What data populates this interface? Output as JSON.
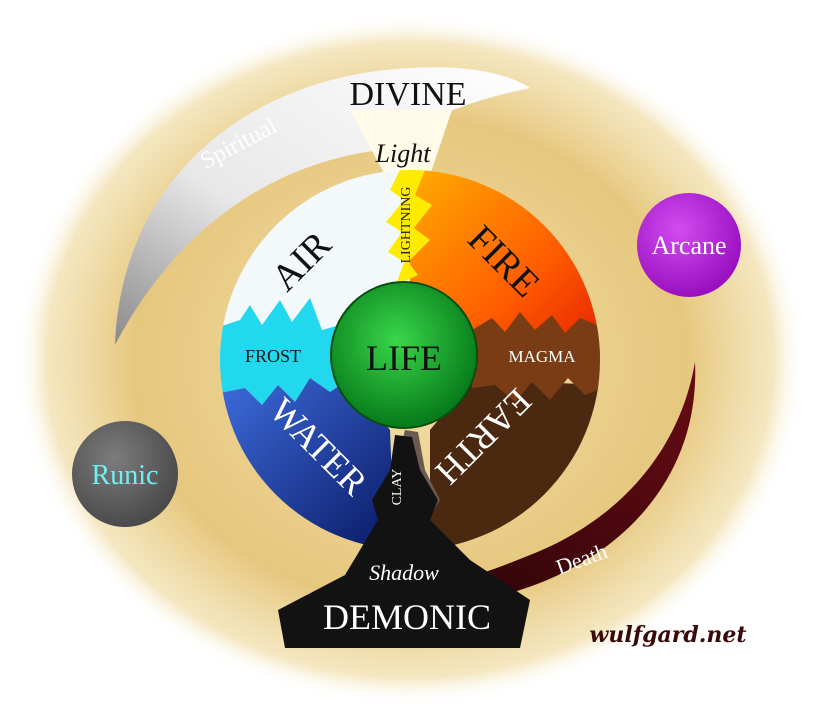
{
  "labels": {
    "divine": "DIVINE",
    "spiritual": "Spiritual",
    "light": "Light",
    "lightning": "LIGHTNING",
    "air": "AIR",
    "fire": "FIRE",
    "frost": "FROST",
    "life": "LIFE",
    "magma": "MAGMA",
    "water": "WATER",
    "earth": "EARTH",
    "clay": "CLAY",
    "arcane": "Arcane",
    "runic": "Runic",
    "shadow": "Shadow",
    "death": "Death",
    "demonic": "DEMONIC",
    "watermark": "wulfgard.net"
  },
  "colors": {
    "background_glow": "#e8cc85",
    "divine_white": "#ffffff",
    "air": "#eef6fb",
    "fire_orange": "#ff7a00",
    "fire_red": "#e81e00",
    "frost": "#1fe0f0",
    "water_blue": "#2a55c8",
    "water_dark": "#0b1a66",
    "earth": "#4a2a12",
    "magma": "#7a3a10",
    "life_green": "#0aa82a",
    "lightning_yellow": "#ffee00",
    "arcane_purple": "#b81edc",
    "runic_grey": "#6b6b6b",
    "runic_text": "#6ff0f2",
    "death_maroon": "#5a0a10",
    "demonic_black": "#111111"
  }
}
